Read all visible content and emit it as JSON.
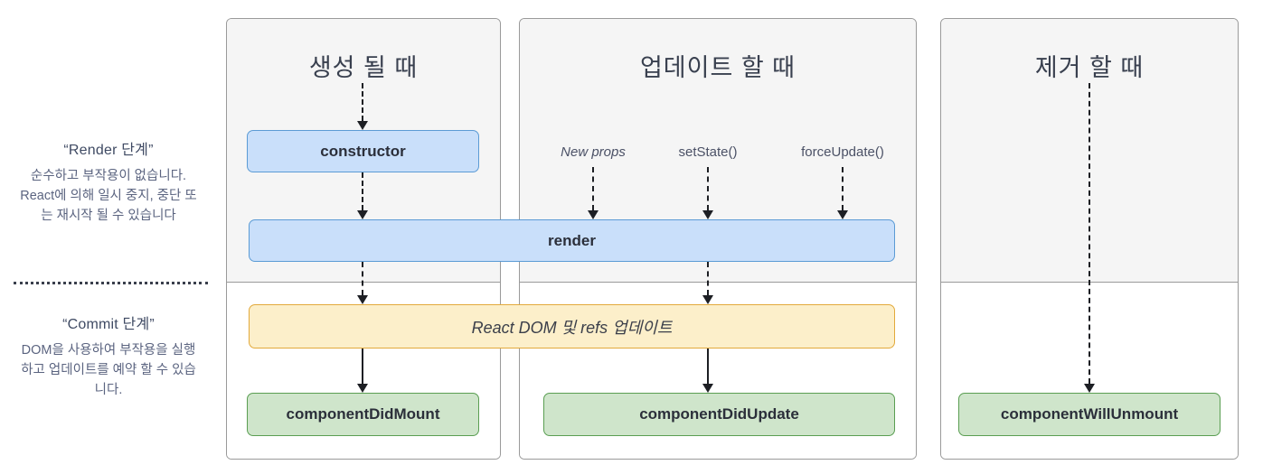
{
  "sidebar": {
    "render_phase": {
      "title": "“Render 단계”",
      "description": "순수하고 부작용이 없습니다. React에 의해 일시 중지, 중단 또는 재시작 될 수 있습니다"
    },
    "commit_phase": {
      "title": "“Commit 단계”",
      "description": "DOM을 사용하여 부작용을 실행하고 업데이트를 예약 할 수 있습니다."
    }
  },
  "columns": [
    {
      "id": "mount",
      "title": "생성 될 때"
    },
    {
      "id": "update",
      "title": "업데이트 할 때"
    },
    {
      "id": "unmount",
      "title": "제거 할 때"
    }
  ],
  "triggers": [
    {
      "id": "new-props",
      "label": "New props",
      "style": "italic"
    },
    {
      "id": "set-state",
      "label": "setState()",
      "style": "normal"
    },
    {
      "id": "force-update",
      "label": "forceUpdate()",
      "style": "normal"
    }
  ],
  "boxes": {
    "constructor": "constructor",
    "render": "render",
    "commit_dom": "React DOM 및 refs 업데이트",
    "component_did_mount": "componentDidMount",
    "component_did_update": "componentDidUpdate",
    "component_will_unmount": "componentWillUnmount"
  },
  "colors": {
    "blue_fill": "#c9dffa",
    "blue_border": "#5b9bd5",
    "yellow_fill": "#fcefca",
    "yellow_border": "#e2a93b",
    "green_fill": "#cfe5cb",
    "green_border": "#5a9e52",
    "panel_top_bg": "#f5f5f5",
    "panel_border": "#9a9a9a",
    "arrow": "#1d1f24",
    "text": "#2b2f3a",
    "muted_text": "#5b6480"
  }
}
